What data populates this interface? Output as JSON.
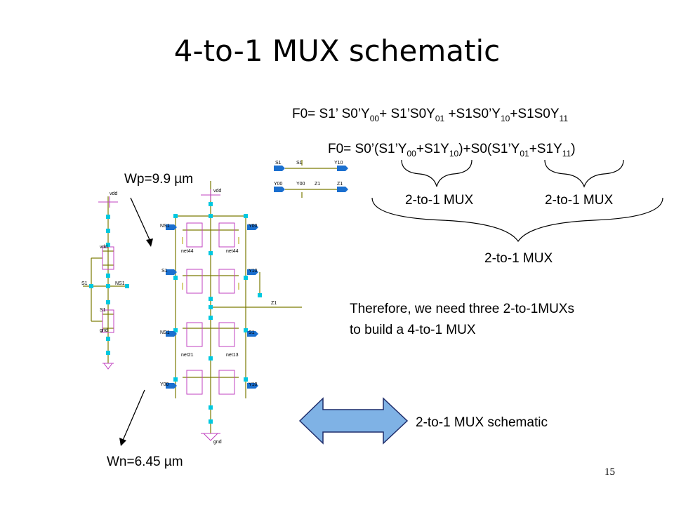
{
  "title": "4-to-1 MUX schematic",
  "equation1": {
    "lhs": "F0= S1’ S0’Y",
    "t1_sub": "00",
    "t2": "+ S1’S0Y",
    "t2_sub": "01",
    "t3": " +S1S0’Y",
    "t3_sub": "10",
    "t4": "+S1S0Y",
    "t4_sub": "11"
  },
  "equation2": {
    "lhs": "F0= S0’(S1’Y",
    "t1_sub": "00",
    "t2": "+S1Y",
    "t2_sub": "10",
    "t3": ")+S0(S1’Y",
    "t3_sub": "01",
    "t4": "+S1Y",
    "t4_sub": "11",
    "t5": ")"
  },
  "mux_labels": {
    "left": "2-to-1 MUX",
    "right": "2-to-1 MUX",
    "bottom": "2-to-1 MUX"
  },
  "conclusion_line1": "Therefore, we need three 2-to-1MUXs",
  "conclusion_line2": "to build a 4-to-1 MUX",
  "arrow_caption": "2-to-1 MUX schematic",
  "wp_label": "Wp=9.9 µm",
  "wn_label": "Wn=6.45 µm",
  "page_number": "15",
  "schematic_labels": {
    "s1": "S1",
    "s1_out": "S1",
    "y10": "Y10",
    "y00": "Y00",
    "y00_out": "Y00",
    "z1": "Z1",
    "z1_out": "Z1",
    "ns1": "NS1",
    "vdd": "vdd",
    "gnd": "gnd",
    "net44": "net44",
    "net21": "net21",
    "net13": "net13"
  },
  "colors": {
    "wire_dark": "#7a7a00",
    "wire_magenta": "#c040c0",
    "wire_yellow": "#b0a000",
    "dot_cyan": "#00c8e0",
    "pin_blue": "#1a6fcf",
    "arrow_fill": "#7fb2e5",
    "arrow_stroke": "#1f2d6b"
  }
}
